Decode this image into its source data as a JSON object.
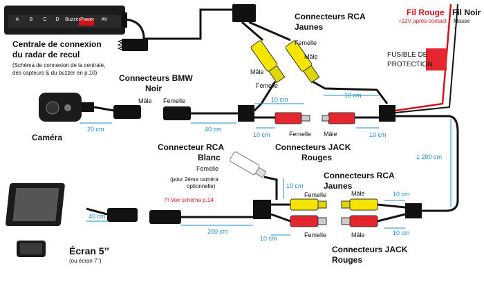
{
  "central": {
    "ports": [
      "A",
      "B",
      "C",
      "D",
      "Buzzer",
      "Power",
      "AV"
    ],
    "title_lines": [
      "Centrale de connexion",
      "du radar de recul"
    ],
    "note_lines": [
      "(Schéma de connexion de la centrale,",
      "des capteurs & du buzzer en p.10)"
    ]
  },
  "camera": {
    "label": "Caméra"
  },
  "screen": {
    "label": "Écran 5’’",
    "sub": "(ou écran 7’’)"
  },
  "bmw": {
    "title_lines": [
      "Connecteurs BMW",
      "Noir"
    ],
    "male": "Mâle",
    "female": "Femelle"
  },
  "rca_yellow_top": {
    "title_lines": [
      "Connecteurs RCA",
      "Jaunes"
    ],
    "female_a": "Femelle",
    "male_a": "Mâle",
    "male_b": "Mâle",
    "female_b": "Femelle"
  },
  "power": {
    "red_wire": "Fil Rouge",
    "red_sub": "+12V après-contact",
    "black_wire": "Fil Noir",
    "black_sub": "Masse",
    "fuse_lines": [
      "FUSIBLE DE",
      "PROTECTION"
    ],
    "plus": "+",
    "minus": "-"
  },
  "jack_top": {
    "title_lines": [
      "Connecteurs JACK",
      "Rouges"
    ],
    "female": "Femelle",
    "male": "Mâle"
  },
  "rca_white": {
    "title_lines": [
      "Connecteur RCA",
      "Blanc"
    ],
    "female": "Femelle",
    "note_lines": [
      "(pour 2ème caméra",
      "optionnelle)"
    ],
    "warning": "/!\\ Voir schéma p.14"
  },
  "rca_yellow_bottom": {
    "title_lines": [
      "Connecteurs RCA",
      "Jaunes"
    ],
    "male_a": "Mâle",
    "male_b": "Mâle",
    "female_a": "Femelle",
    "female_b": "Femelle"
  },
  "jack_bottom": {
    "title_lines": [
      "Connecteurs JACK",
      "Rouges"
    ]
  },
  "distances": {
    "d1": "20 cm",
    "d2": "40 cm",
    "d3": "10 cm",
    "d4": "10 cm",
    "d5": "10 cm",
    "d6": "10 cm",
    "d7": "1 200 cm",
    "d8": "10 cm",
    "d9": "40 cm",
    "d10": "200 cm",
    "d11": "10 cm",
    "d12": "10 cm",
    "d13": "10 cm"
  },
  "colors": {
    "wire": "#111111",
    "yellow": "#f4e400",
    "red": "#e5262f",
    "white": "#ffffff",
    "dim": "#1a8fc8"
  }
}
